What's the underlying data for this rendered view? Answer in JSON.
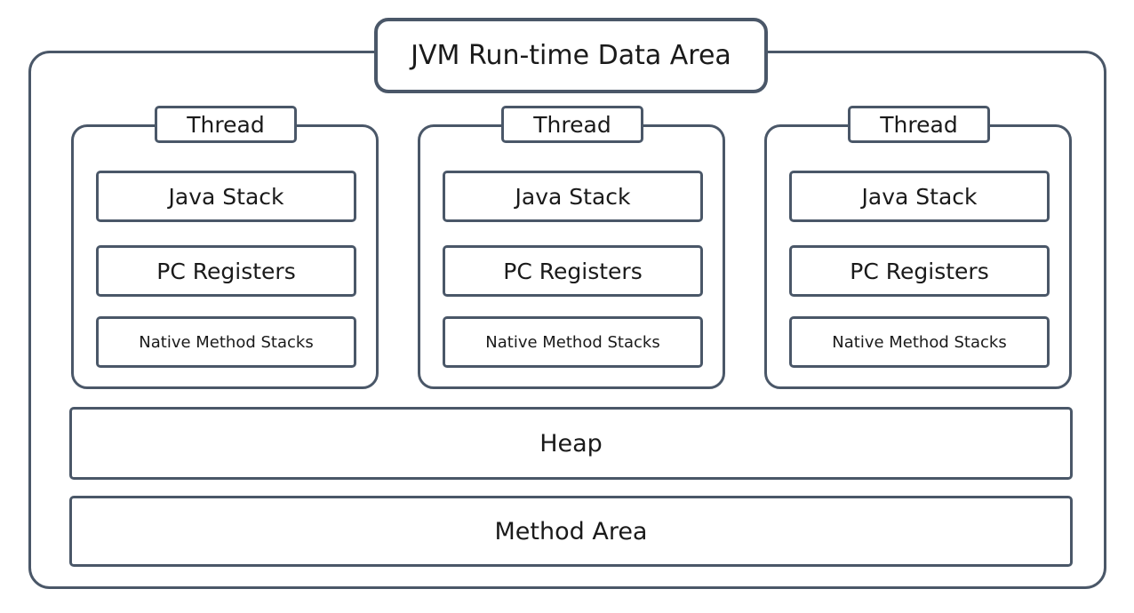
{
  "diagram": {
    "title": "JVM Run-time Data Area",
    "colors": {
      "border": "#4a5768",
      "fill": "#ffffff",
      "text": "#1a1a1a"
    },
    "threads": [
      {
        "label": "Thread",
        "regions": [
          {
            "label": "Java Stack"
          },
          {
            "label": "PC Registers"
          },
          {
            "label": "Native Method Stacks"
          }
        ]
      },
      {
        "label": "Thread",
        "regions": [
          {
            "label": "Java Stack"
          },
          {
            "label": "PC Registers"
          },
          {
            "label": "Native Method Stacks"
          }
        ]
      },
      {
        "label": "Thread",
        "regions": [
          {
            "label": "Java Stack"
          },
          {
            "label": "PC Registers"
          },
          {
            "label": "Native Method Stacks"
          }
        ]
      }
    ],
    "shared": [
      {
        "label": "Heap"
      },
      {
        "label": "Method Area"
      }
    ]
  }
}
